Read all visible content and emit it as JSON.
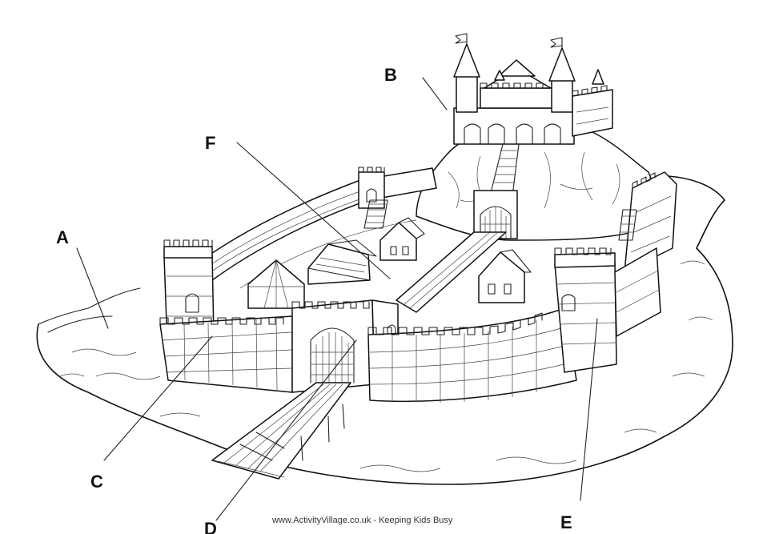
{
  "labels": {
    "a": "A",
    "b": "B",
    "c": "C",
    "d": "D",
    "e": "E",
    "f": "F"
  },
  "credit": "www.ActivityVillage.co.uk - Keeping Kids Busy"
}
